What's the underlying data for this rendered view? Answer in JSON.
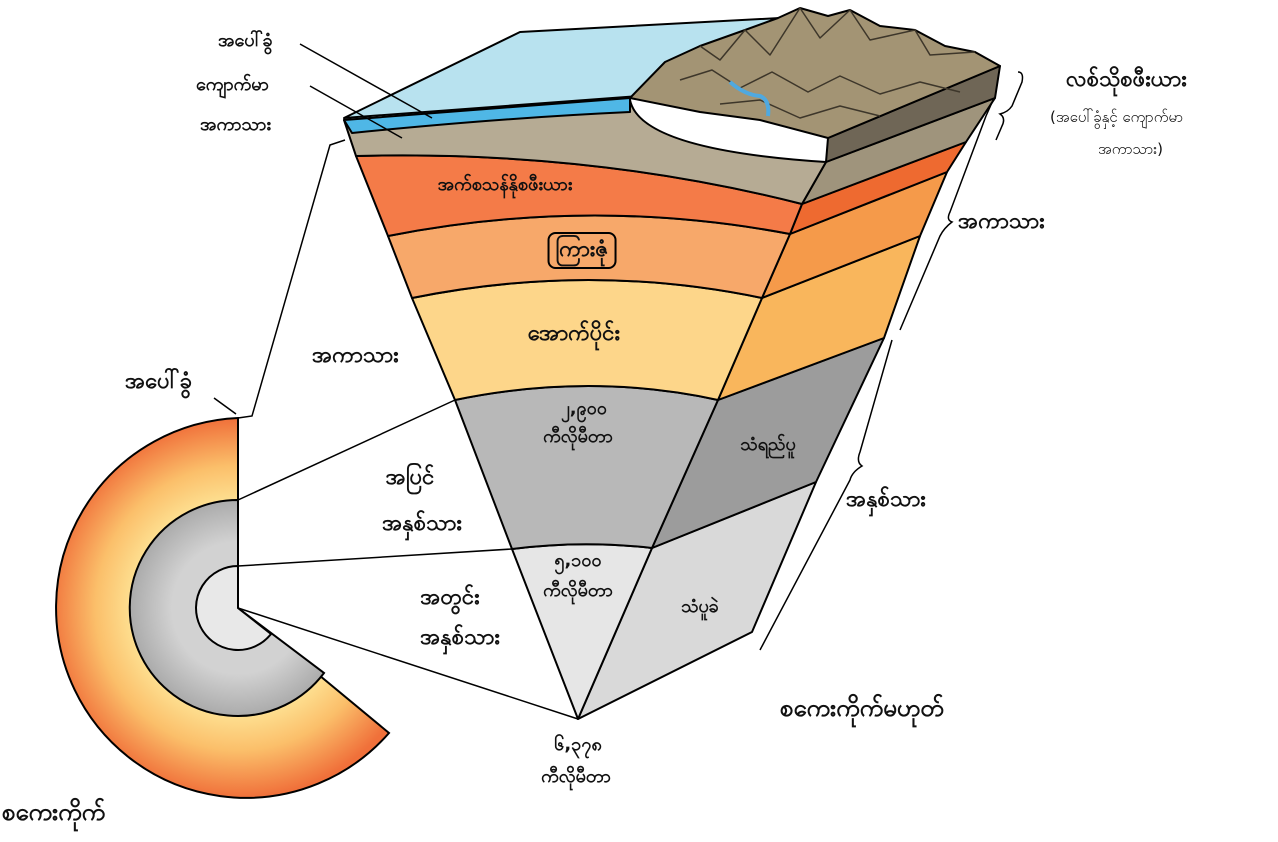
{
  "colors": {
    "crust": "#b6ab94",
    "ocean": "#b8e2ef",
    "ocean_deep": "#4fb7e6",
    "asthenosphere": "#f47b48",
    "upper_mantle": "#f7a86a",
    "lower_mantle": "#fdd68a",
    "outer_core": "#b8b8b8",
    "inner_core": "#e6e6e6",
    "mountains": "#a39474"
  },
  "labels": {
    "crust_top": "အပေါ်ခွံ",
    "crust_rock": "ကျောက်မာ",
    "crust_layer": "အကာသား",
    "asthenosphere": "အက်စသန်နိုစဖီးယား",
    "transition": "ကြားဇုံ",
    "lower_mantle": "အောက်ပိုင်း",
    "mantle_left": "အကာသား",
    "crust_left": "အပေါ်ခွံ",
    "depth_2900_num": "၂,၉၀၀",
    "depth_2900_unit": "ကီလိုမီတာ",
    "depth_5100_num": "၅,၁၀၀",
    "depth_5100_unit": "ကီလိုမီတာ",
    "depth_6378_num": "၆,၃၇၈",
    "depth_6378_unit": "ကီလိုမီတာ",
    "outer_core_1": "အပြင်",
    "outer_core_2": "အနှစ်သား",
    "inner_core_1": "အတွင်း",
    "inner_core_2": "အနှစ်သား",
    "liquid": "သံရည်ပူ",
    "solid": "သံပူခဲ",
    "lithosphere": "လစ်သိုစဖီးယား",
    "lithosphere_note_1": "(အပေါ်ခွံနှင့် ကျောက်မာ",
    "lithosphere_note_2": "အကာသား)",
    "mantle_right": "အကာသား",
    "core_right": "အနှစ်သား",
    "not_to_scale": "စကေးကိုက်မဟုတ်",
    "to_scale": "စကေးကိုက်"
  }
}
